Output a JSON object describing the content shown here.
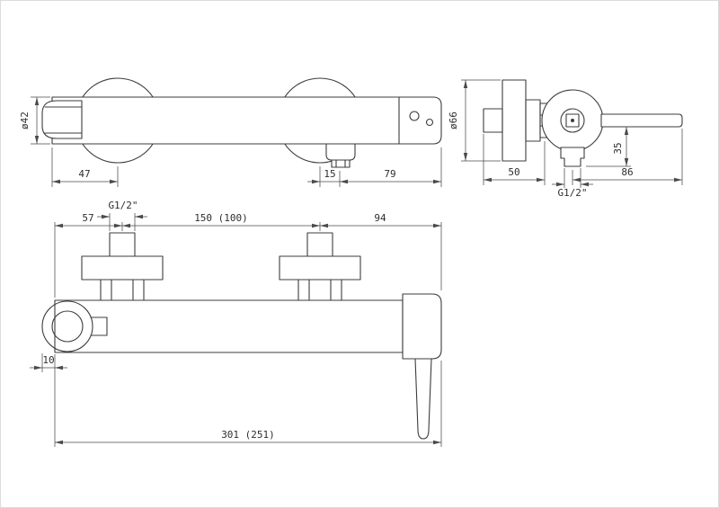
{
  "drawing": {
    "front_view": {
      "diameter": "ø42",
      "dim_holder_to_mount": "47",
      "dim_mount_to_outlet": "15",
      "dim_outlet_to_end": "79"
    },
    "side_view": {
      "diameter": "ø66",
      "dim_wall_depth": "50",
      "dim_lever_length": "86",
      "dim_outlet_drop": "35",
      "thread": "G1/2\""
    },
    "plan_view": {
      "dim_end_to_mount": "57",
      "dim_mount_centers": "150 (100)",
      "dim_mount_to_end": "94",
      "thread": "G1/2\"",
      "dim_holder_offset": "10",
      "dim_overall_length": "301 (251)"
    },
    "colors": {
      "line": "#3c3c3c",
      "dimension": "#4a4a4a",
      "background": "#ffffff"
    }
  }
}
